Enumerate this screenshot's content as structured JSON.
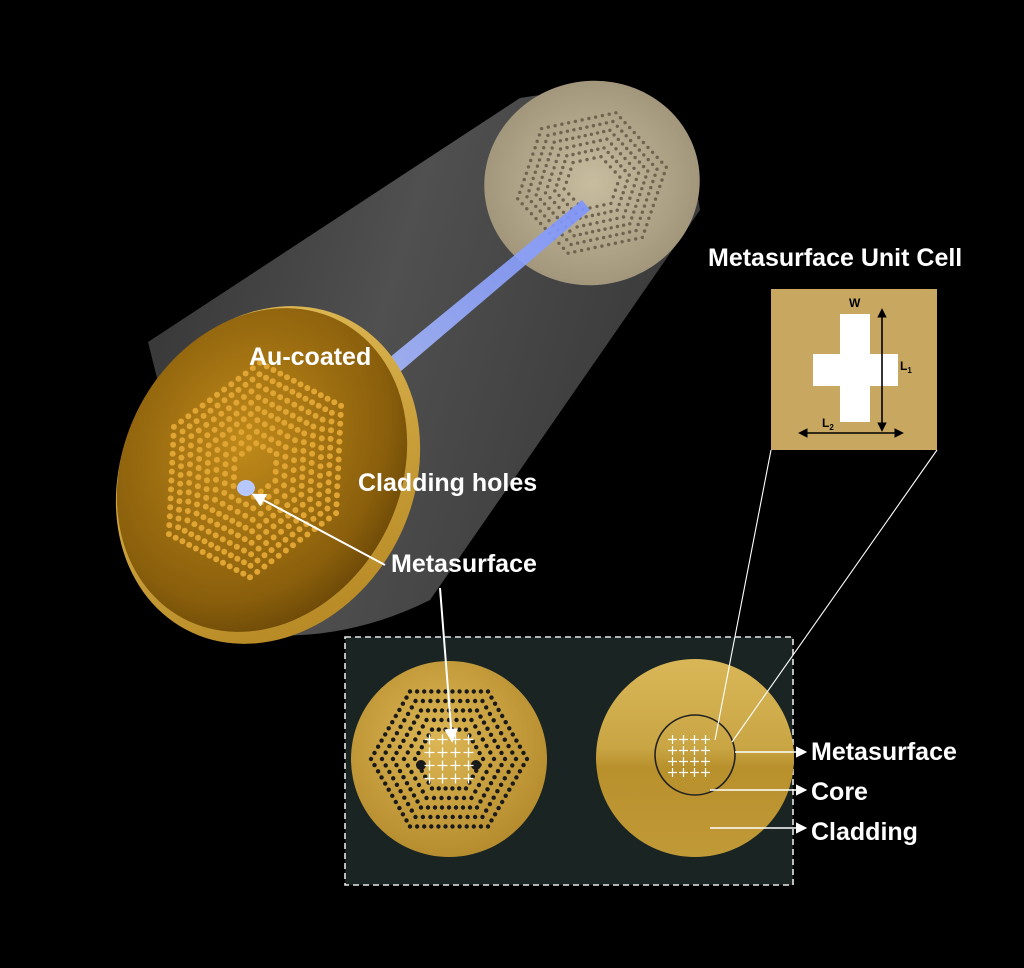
{
  "diagram": {
    "labels": {
      "au_coated": "Au-coated",
      "cladding_holes": "Cladding holes",
      "metasurface_pointer": "Metasurface",
      "unit_cell_title": "Metasurface Unit Cell",
      "dim_w": "W",
      "dim_l1": "L",
      "dim_l1_sub": "1",
      "dim_l2": "L",
      "dim_l2_sub": "2",
      "legend_metasurface": "Metasurface",
      "legend_core": "Core",
      "legend_cladding": "Cladding"
    },
    "colors": {
      "background": "#000000",
      "gold": "#c99a2e",
      "gold_light": "#e2bf5c",
      "gold_dark": "#7a5710",
      "unit_cell_bg": "#c8a861",
      "core_beam": "#8fa8ff",
      "inset_bg": "#1a2422",
      "cylinder_shell": "#5a5a5a"
    }
  }
}
